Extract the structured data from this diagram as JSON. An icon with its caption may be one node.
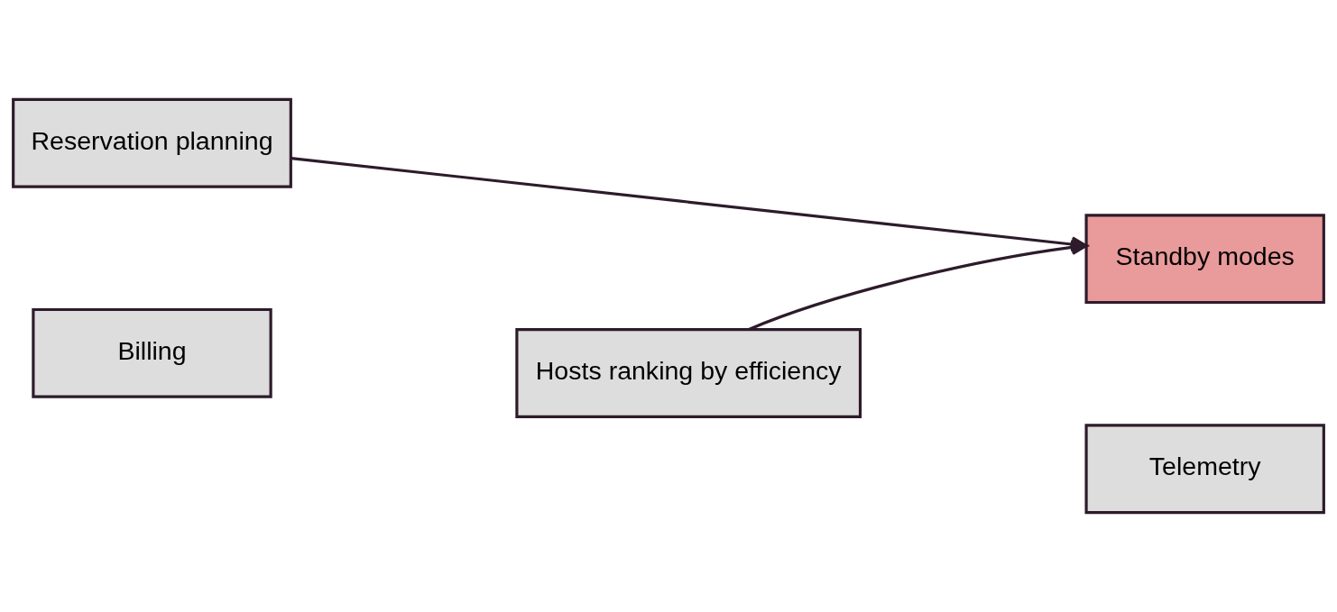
{
  "diagram": {
    "nodes": [
      {
        "text": [
          "Reservation planning"
        ]
      },
      {
        "text": [
          "Standby modes"
        ]
      },
      {
        "text": [
          "Hosts ranking by efficiency"
        ]
      },
      {
        "text": [
          "Billing"
        ]
      },
      {
        "text": [
          "Telemetry"
        ]
      }
    ],
    "edges": [
      {
        "from": 0,
        "to": 1,
        "arrow": "to"
      },
      {
        "from": 2,
        "to": 1,
        "arrow": "to"
      }
    ]
  }
}
